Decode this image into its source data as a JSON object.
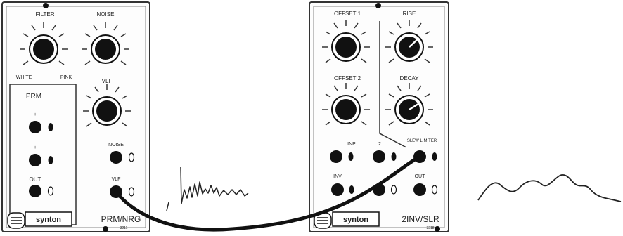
{
  "left_module": {
    "knobs": {
      "filter": {
        "label": "FILTER",
        "scale_left": "WHITE",
        "scale_right": "PINK"
      },
      "noise": {
        "label": "NOISE"
      },
      "vlf": {
        "label": "VLF"
      }
    },
    "prm_section": {
      "label": "PRM",
      "jacks": [
        "+",
        "+",
        "OUT"
      ]
    },
    "noise_jack": {
      "label": "NOISE"
    },
    "vlf_jack": {
      "label": "VLF"
    },
    "brand": "synton",
    "model": "PRM/NRG",
    "model_number": "3211"
  },
  "right_module": {
    "knobs": {
      "offset1": {
        "label": "OFFSET 1"
      },
      "offset2": {
        "label": "OFFSET 2"
      },
      "rise": {
        "label": "RISE"
      },
      "decay": {
        "label": "DECAY"
      }
    },
    "jacks": {
      "in1": {
        "label": "INP"
      },
      "in2": {
        "label": "2"
      },
      "inv": {
        "label": "INV"
      },
      "slew_in": {
        "label": "SLEW LIMITER"
      },
      "out": {
        "label": "OUT"
      }
    },
    "brand": "synton",
    "model": "2INV/SLR",
    "model_number": "3218"
  }
}
